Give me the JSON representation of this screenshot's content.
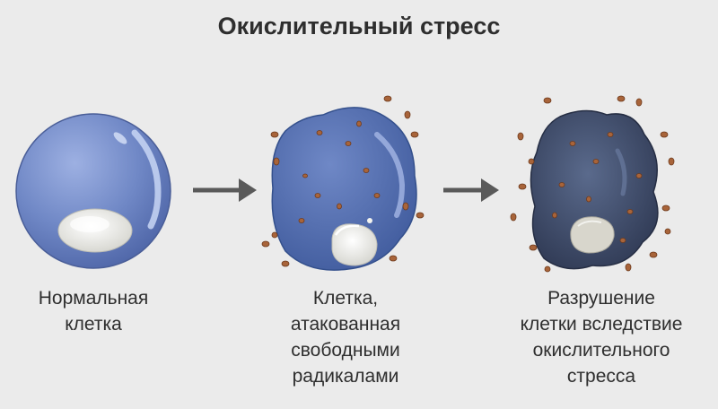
{
  "title": "Окислительный стресс",
  "stages": [
    {
      "id": "normal",
      "caption": [
        "Нормальная",
        "клетка"
      ]
    },
    {
      "id": "attacked",
      "caption": [
        "Клетка,",
        "атакованная",
        "свободными",
        "радикалами"
      ]
    },
    {
      "id": "destroyed",
      "caption": [
        "Разрушение",
        "клетки вследствие",
        "окислительного",
        "стресса"
      ]
    }
  ],
  "colors": {
    "background": "#ebebeb",
    "cell_healthy": "#6f86c4",
    "cell_attacked": "#5470b0",
    "cell_destroyed": "#3d4a66",
    "nucleus": "#f2f2ee",
    "radical": "#a8643a",
    "arrow": "#5a5a5a"
  }
}
